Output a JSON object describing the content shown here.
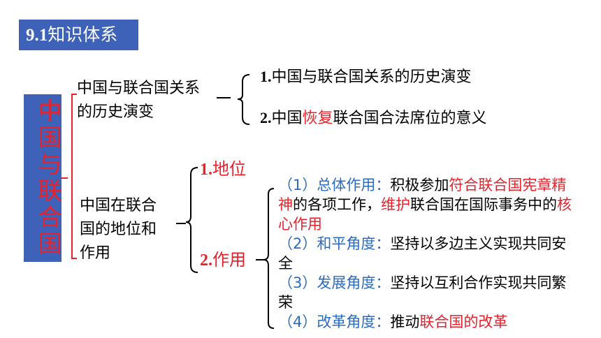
{
  "header": {
    "title_number": "9.1",
    "title_text": "知识体系"
  },
  "root": {
    "label": "中国与联合国"
  },
  "branch1": {
    "label": "中国与联合国关系的历史演变",
    "line1": "中国与联合国关系",
    "line2": "的历史演变",
    "items": [
      {
        "num": "1.",
        "text": "中国与联合国关系的历史演变"
      },
      {
        "num": "2.",
        "pre": "中国",
        "highlight": "恢复",
        "post": "联合国合法席位的意义"
      }
    ]
  },
  "branch2": {
    "line1": "中国在联合",
    "line2": "国的地位和",
    "line3": "作用",
    "status": {
      "num": "1.",
      "text": "地位"
    },
    "role": {
      "num": "2.",
      "text": "作用"
    },
    "points": [
      {
        "label": "（1）总体作用：",
        "t1": "积极参加",
        "h1": "符合联合国宪章精神",
        "t2": "的各项工作，",
        "h2": "维护",
        "t3": "联合国在国际事务中的",
        "h3": "核心作用"
      },
      {
        "label": "（2）和平角度：",
        "text": "坚持以多边主义实现共同安全"
      },
      {
        "label": "（3）发展角度：",
        "text": "坚持以互利合作实现共同繁荣"
      },
      {
        "label": "（4）改革角度：",
        "t1": "推动",
        "h1": "联合国的改革"
      }
    ]
  },
  "colors": {
    "header_bg": "#3d62b8",
    "highlight": "#e8222b",
    "label_blue": "#2a6cc4"
  }
}
